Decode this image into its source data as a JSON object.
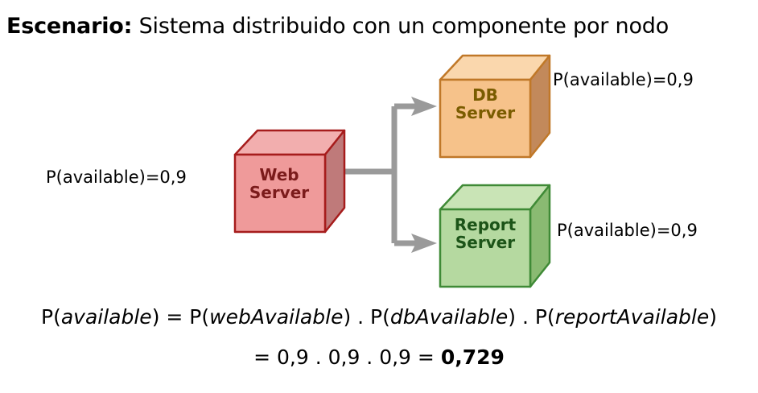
{
  "title": {
    "strong": "Escenario:",
    "rest": " Sistema distribuido con un componente por nodo"
  },
  "diagram": {
    "type": "block-diagram",
    "nodes": [
      {
        "id": "web",
        "name": "web-server",
        "label": "Web\nServer",
        "face_color": "#ef9a9a",
        "top_color": "#f2aeae",
        "side_color": "#bf7a7a",
        "stroke_color": "#a61c1c",
        "text_color": "#7b1b1b"
      },
      {
        "id": "db",
        "name": "db-server",
        "label": "DB\nServer",
        "face_color": "#f6c28a",
        "top_color": "#fad7ad",
        "side_color": "#c2895b",
        "stroke_color": "#c07828",
        "text_color": "#7a5c00"
      },
      {
        "id": "report",
        "name": "report-server",
        "label": "Report\nServer",
        "face_color": "#b5d9a0",
        "top_color": "#c9e4b6",
        "side_color": "#8aba72",
        "stroke_color": "#3f8a36",
        "text_color": "#1c5418"
      }
    ],
    "connectors": {
      "color": "#9a9a9a",
      "edges": [
        {
          "from": "web",
          "to": "db"
        },
        {
          "from": "web",
          "to": "report"
        }
      ]
    },
    "annotations": [
      {
        "id": "prob-web",
        "name": "web-probability-label",
        "text": "P(available)=0,9"
      },
      {
        "id": "prob-db",
        "name": "db-probability-label",
        "text": "P(available)=0,9"
      },
      {
        "id": "prob-report",
        "name": "report-probability-label",
        "text": "P(available)=0,9"
      }
    ]
  },
  "formula": {
    "line1": {
      "p1": "P(",
      "v1": "available",
      "p2": ") = P(",
      "v2": "webAvailable",
      "p3": ") . P(",
      "v3": "dbAvailable",
      "p4": ") . P(",
      "v4": "reportAvailable",
      "p5": ")"
    },
    "line2": {
      "lead": "= 0,9 . 0,9 . 0,9 = ",
      "result": "0,729"
    },
    "values": {
      "web": 0.9,
      "db": 0.9,
      "report": 0.9,
      "total": 0.729
    }
  }
}
